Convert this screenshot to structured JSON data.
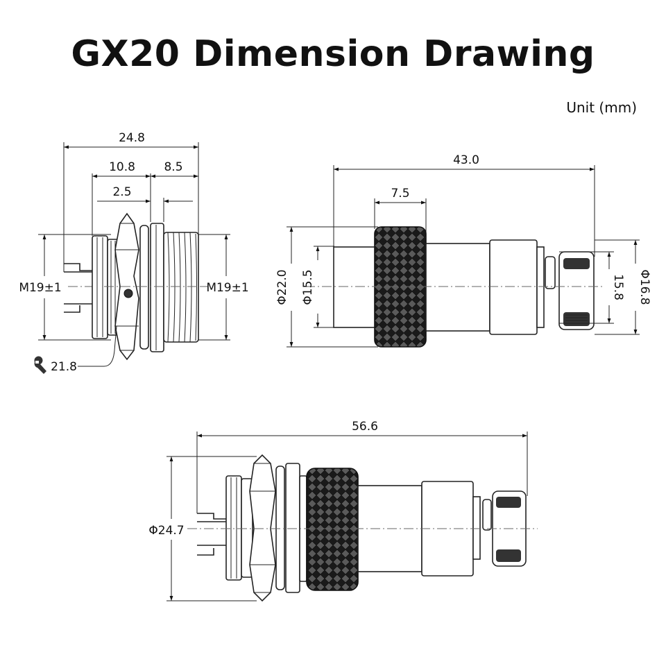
{
  "title": "GX20 Dimension Drawing",
  "unit": "Unit (mm)",
  "side_view": {
    "overall_length": "24.8",
    "flange_length": "10.8",
    "thread_length": "8.5",
    "gap": "2.5",
    "left_thread": "M19±1",
    "right_thread": "M19±1",
    "wrench_size": "21.8",
    "wrench_icon": "wrench-icon"
  },
  "plug_view": {
    "overall_length": "43.0",
    "knurl_length": "7.5",
    "outer_diameter": "Φ22.0",
    "inner_diameter": "Φ15.5",
    "cable_width": "15.8",
    "tail_diameter": "Φ16.8"
  },
  "assembly_view": {
    "overall_length": "56.6",
    "diameter": "Φ24.7"
  }
}
